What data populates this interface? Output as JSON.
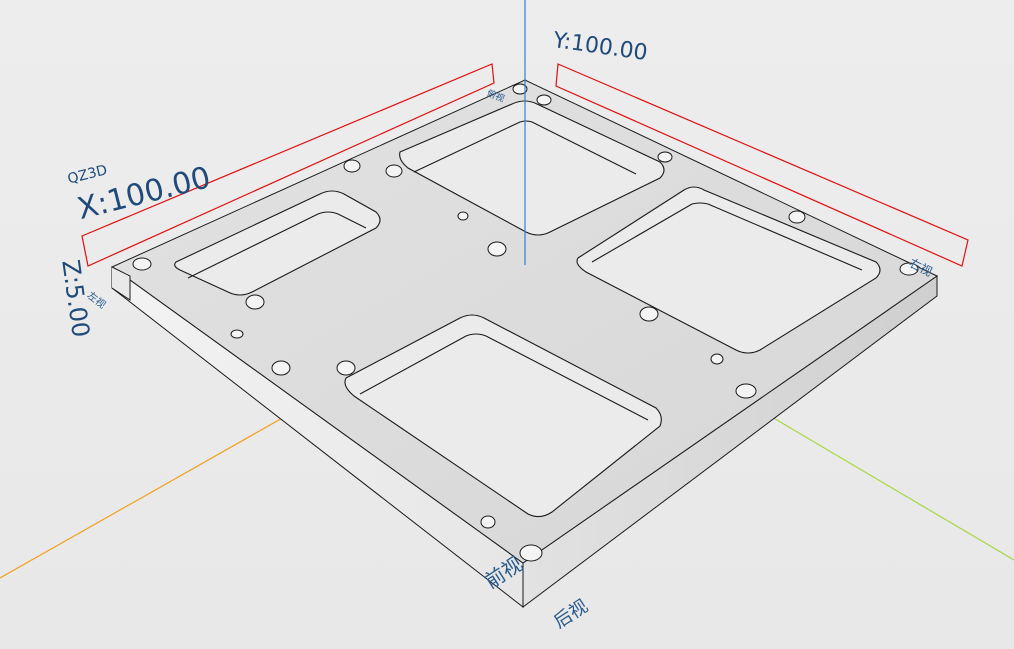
{
  "app": {
    "name": "QZ3D"
  },
  "dimensions": {
    "x_label": "X:100.00",
    "y_label": "Y:100.00",
    "z_label": "Z:5.00"
  },
  "view_cube": {
    "front": "前视",
    "back": "后视",
    "right": "右视",
    "left": "左视",
    "top": "俯视"
  },
  "colors": {
    "background": "#ebebeb",
    "part_top": "#dcdcdc",
    "part_side_light": "#efefef",
    "part_side_dark": "#d2d2d2",
    "edge": "#1a1a1a",
    "dimension_line": "#e01010",
    "dimension_text": "#1f4a7a",
    "axis_z": "#3a7fd0",
    "axis_x": "#f2a020",
    "axis_y": "#a8d840"
  }
}
